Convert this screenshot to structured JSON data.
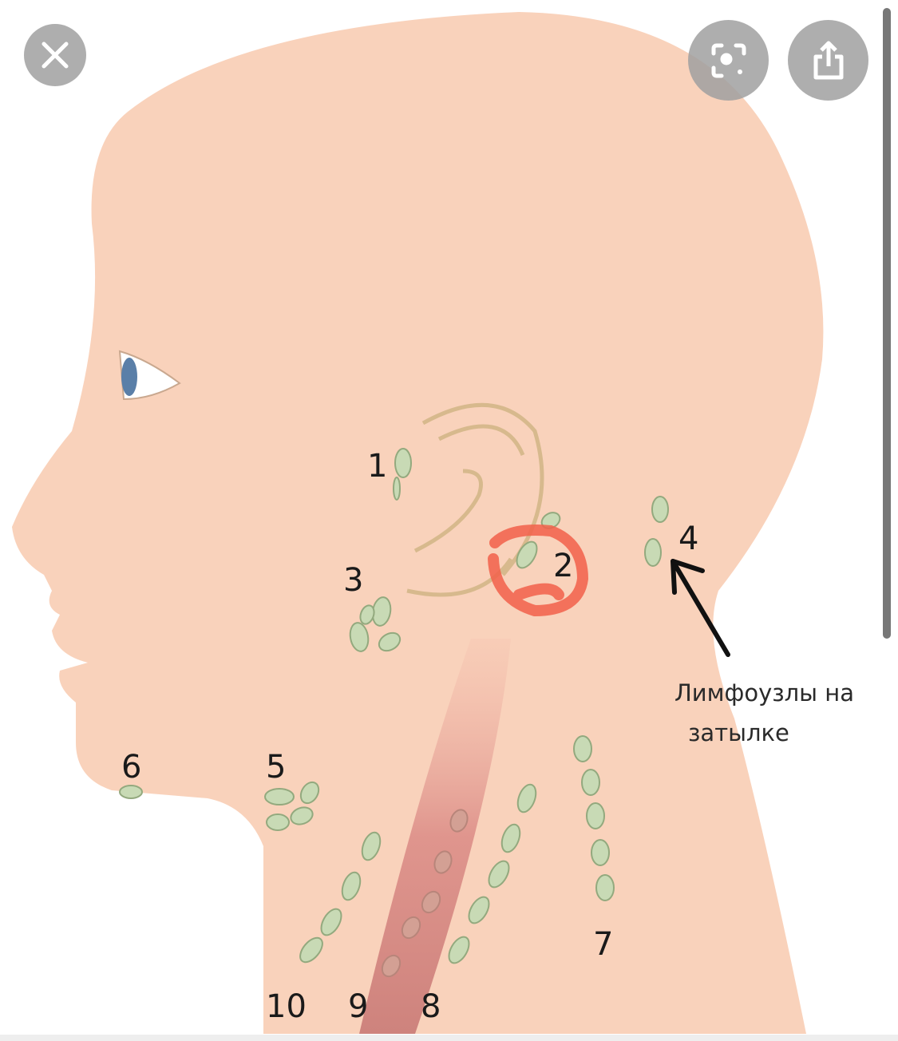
{
  "viewer": {
    "close_icon": "close-icon",
    "lens_icon": "visual-search-icon",
    "share_icon": "share-icon"
  },
  "image": {
    "labels": [
      "1",
      "2",
      "3",
      "4",
      "5",
      "6",
      "7",
      "8",
      "9",
      "10"
    ],
    "caption_line1": "Лимфоузлы на",
    "caption_line2": "затылке"
  },
  "colors": {
    "skin": "#f9d2bb",
    "node": "#c8dab5",
    "annotation_red": "#f2604a",
    "button": "#a0a0a0"
  }
}
